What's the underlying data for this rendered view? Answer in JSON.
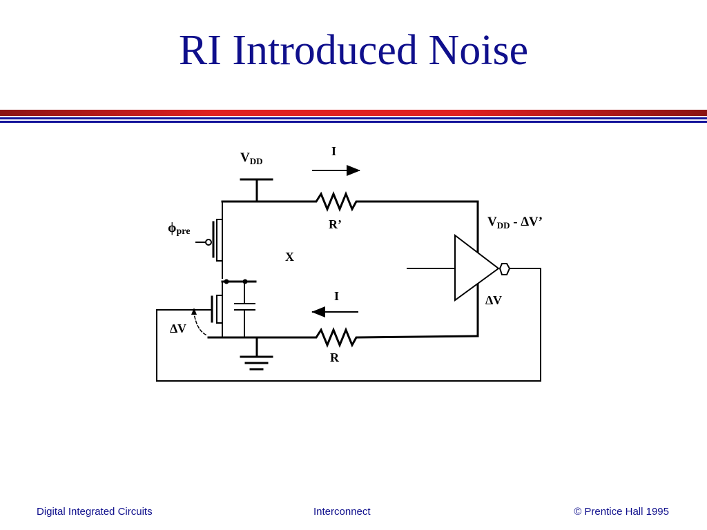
{
  "slide": {
    "title": "RI Introduced Noise"
  },
  "diagram": {
    "labels": {
      "vdd_main": "V",
      "vdd_sub": "DD",
      "current_top": "I",
      "current_bottom": "I",
      "r_prime": "R’",
      "r": "R",
      "phi": "ϕ",
      "phi_sub": "pre",
      "node_x": "X",
      "delta_v_left": "∆V",
      "delta_v_right": "∆V",
      "vout_main": "V",
      "vout_sub": "DD",
      "vout_rest": " - ∆V’"
    }
  },
  "footer": {
    "left": "Digital Integrated Circuits",
    "center": "Interconnect",
    "right": "© Prentice Hall 1995"
  }
}
